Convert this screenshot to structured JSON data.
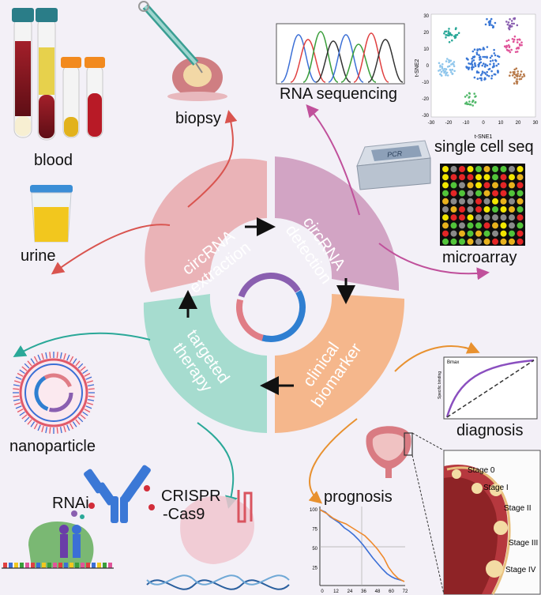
{
  "center": {
    "sectors": [
      {
        "id": "extraction",
        "line1": "circRNA",
        "line2": "extraction",
        "color": "#eab3b7"
      },
      {
        "id": "detection",
        "line1": "circRNA",
        "line2": "detection",
        "color": "#d2a4c4"
      },
      {
        "id": "biomarker",
        "line1": "clinical",
        "line2": "biomarker",
        "color": "#f5b78c"
      },
      {
        "id": "therapy",
        "line1": "targeted",
        "line2": "therapy",
        "color": "#a6dccf"
      }
    ],
    "ring_colors": [
      "#8a5fb0",
      "#2f7fd1",
      "#e07d86"
    ]
  },
  "labels": {
    "blood": "blood",
    "urine": "urine",
    "biopsy": "biopsy",
    "rna_seq": "RNA sequencing",
    "single_cell": "single cell seq",
    "microarray": "microarray",
    "diagnosis": "diagnosis",
    "prognosis": "prognosis",
    "nanoparticle": "nanoparticle",
    "rnai": "RNAi",
    "crispr_1": "CRISPR",
    "crispr_2": "-Cas9",
    "pcr": "PCR"
  },
  "tsne": {
    "xlabel": "t-SNE1",
    "ylabel": "t-SNE2",
    "x_ticks": [
      "-30",
      "-20",
      "-10",
      "0",
      "10",
      "20",
      "30"
    ],
    "y_ticks": [
      "30",
      "20",
      "10",
      "0",
      "-10",
      "-20",
      "-30"
    ]
  },
  "roc": {
    "ylabel": "Specific binding",
    "ymax_label": "Bmax"
  },
  "km": {
    "x_ticks": [
      "0",
      "12",
      "24",
      "36",
      "48",
      "60",
      "72"
    ],
    "y_ticks": [
      "100",
      "75",
      "50",
      "25"
    ]
  },
  "stages": [
    "Stage 0",
    "Stage I",
    "Stage II",
    "Stage III",
    "Stage IV"
  ]
}
